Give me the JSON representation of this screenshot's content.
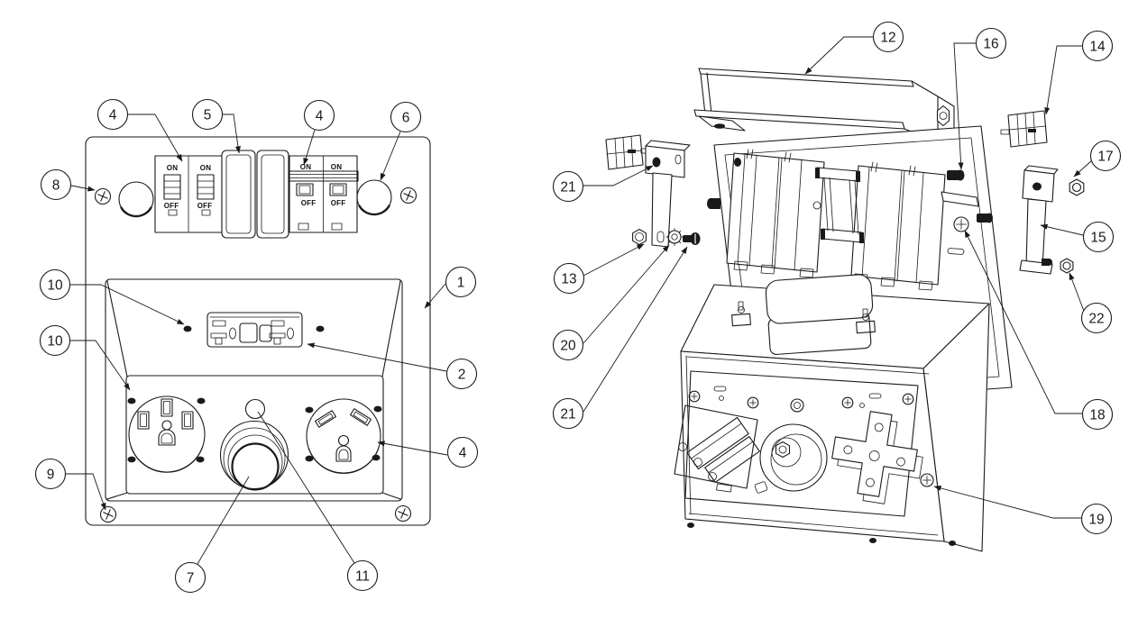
{
  "page": {
    "background": "#ffffff",
    "ink": "#1a1a1a"
  },
  "left_view": {
    "callouts": [
      "4",
      "5",
      "4",
      "6",
      "8",
      "10",
      "10",
      "9",
      "1",
      "2",
      "4",
      "7",
      "11"
    ],
    "breakers": [
      {
        "on": "ON",
        "off": "OFF"
      },
      {
        "on": "ON",
        "off": "OFF"
      },
      {
        "on": "ON",
        "off": "OFF"
      },
      {
        "on": "ON",
        "off": "OFF"
      }
    ]
  },
  "right_view": {
    "callouts": [
      "12",
      "16",
      "14",
      "17",
      "21",
      "15",
      "13",
      "22",
      "20",
      "21",
      "18",
      "19"
    ]
  }
}
